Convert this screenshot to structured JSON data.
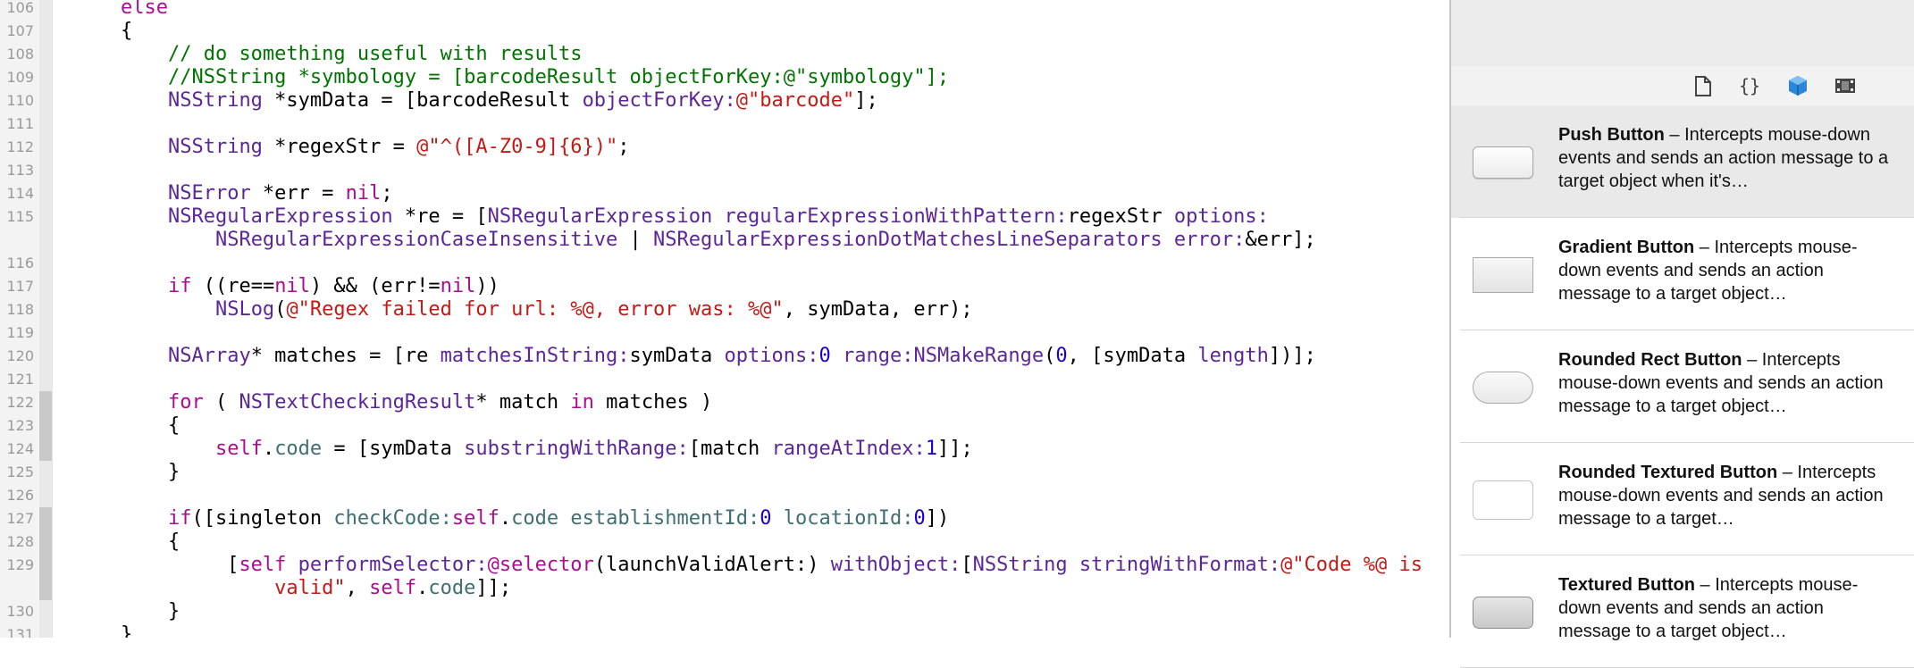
{
  "editor": {
    "lines": [
      {
        "n": "106",
        "parts": [
          {
            "t": "    "
          },
          {
            "t": "else",
            "c": "kw"
          }
        ]
      },
      {
        "n": "107",
        "parts": [
          {
            "t": "    {"
          }
        ]
      },
      {
        "n": "108",
        "parts": [
          {
            "t": "        "
          },
          {
            "t": "// do something useful with results",
            "c": "cm"
          }
        ]
      },
      {
        "n": "109",
        "parts": [
          {
            "t": "        "
          },
          {
            "t": "//NSString *symbology = [barcodeResult objectForKey:@\"symbology\"];",
            "c": "cm"
          }
        ]
      },
      {
        "n": "110",
        "parts": [
          {
            "t": "        "
          },
          {
            "t": "NSString",
            "c": "ty"
          },
          {
            "t": " *symData = [barcodeResult "
          },
          {
            "t": "objectForKey:",
            "c": "ty"
          },
          {
            "t": "@\"barcode\"",
            "c": "st"
          },
          {
            "t": "];"
          }
        ]
      },
      {
        "n": "111",
        "parts": []
      },
      {
        "n": "112",
        "parts": [
          {
            "t": "        "
          },
          {
            "t": "NSString",
            "c": "ty"
          },
          {
            "t": " *regexStr = "
          },
          {
            "t": "@\"^([A-Z0-9]{6})\"",
            "c": "st"
          },
          {
            "t": ";"
          }
        ]
      },
      {
        "n": "113",
        "parts": []
      },
      {
        "n": "114",
        "parts": [
          {
            "t": "        "
          },
          {
            "t": "NSError",
            "c": "ty"
          },
          {
            "t": " *err = "
          },
          {
            "t": "nil",
            "c": "kw"
          },
          {
            "t": ";"
          }
        ]
      },
      {
        "n": "115",
        "parts": [
          {
            "t": "        "
          },
          {
            "t": "NSRegularExpression",
            "c": "ty"
          },
          {
            "t": " *re = ["
          },
          {
            "t": "NSRegularExpression",
            "c": "ty"
          },
          {
            "t": " "
          },
          {
            "t": "regularExpressionWithPattern:",
            "c": "ty"
          },
          {
            "t": "regexStr "
          },
          {
            "t": "options:",
            "c": "ty"
          }
        ]
      },
      {
        "n": "",
        "parts": [
          {
            "t": "            "
          },
          {
            "t": "NSRegularExpressionCaseInsensitive",
            "c": "ty"
          },
          {
            "t": " | "
          },
          {
            "t": "NSRegularExpressionDotMatchesLineSeparators",
            "c": "ty"
          },
          {
            "t": " "
          },
          {
            "t": "error:",
            "c": "ty"
          },
          {
            "t": "&err];"
          }
        ]
      },
      {
        "n": "116",
        "parts": []
      },
      {
        "n": "117",
        "parts": [
          {
            "t": "        "
          },
          {
            "t": "if",
            "c": "kw"
          },
          {
            "t": " ((re=="
          },
          {
            "t": "nil",
            "c": "kw"
          },
          {
            "t": ") && (err!="
          },
          {
            "t": "nil",
            "c": "kw"
          },
          {
            "t": "))"
          }
        ]
      },
      {
        "n": "118",
        "parts": [
          {
            "t": "            "
          },
          {
            "t": "NSLog",
            "c": "ty"
          },
          {
            "t": "("
          },
          {
            "t": "@\"Regex failed for url: %@, error was: %@\"",
            "c": "st"
          },
          {
            "t": ", symData, err);"
          }
        ]
      },
      {
        "n": "119",
        "parts": []
      },
      {
        "n": "120",
        "parts": [
          {
            "t": "        "
          },
          {
            "t": "NSArray",
            "c": "ty"
          },
          {
            "t": "* matches = [re "
          },
          {
            "t": "matchesInString:",
            "c": "ty"
          },
          {
            "t": "symData "
          },
          {
            "t": "options:",
            "c": "ty"
          },
          {
            "t": "0",
            "c": "nu"
          },
          {
            "t": " "
          },
          {
            "t": "range:",
            "c": "ty"
          },
          {
            "t": "NSMakeRange",
            "c": "ty"
          },
          {
            "t": "("
          },
          {
            "t": "0",
            "c": "nu"
          },
          {
            "t": ", [symData "
          },
          {
            "t": "length",
            "c": "ty"
          },
          {
            "t": "])];"
          }
        ]
      },
      {
        "n": "121",
        "parts": []
      },
      {
        "n": "122",
        "parts": [
          {
            "t": "        "
          },
          {
            "t": "for",
            "c": "kw"
          },
          {
            "t": " ( "
          },
          {
            "t": "NSTextCheckingResult",
            "c": "ty"
          },
          {
            "t": "* match "
          },
          {
            "t": "in",
            "c": "kw"
          },
          {
            "t": " matches )"
          }
        ]
      },
      {
        "n": "123",
        "parts": [
          {
            "t": "        {"
          }
        ]
      },
      {
        "n": "124",
        "parts": [
          {
            "t": "            "
          },
          {
            "t": "self",
            "c": "kw"
          },
          {
            "t": "."
          },
          {
            "t": "code",
            "c": "pr"
          },
          {
            "t": " = [symData "
          },
          {
            "t": "substringWithRange:",
            "c": "ty"
          },
          {
            "t": "[match "
          },
          {
            "t": "rangeAtIndex:",
            "c": "ty"
          },
          {
            "t": "1",
            "c": "nu"
          },
          {
            "t": "]];"
          }
        ]
      },
      {
        "n": "125",
        "parts": [
          {
            "t": "        }"
          }
        ]
      },
      {
        "n": "126",
        "parts": []
      },
      {
        "n": "127",
        "parts": [
          {
            "t": "        "
          },
          {
            "t": "if",
            "c": "kw"
          },
          {
            "t": "([singleton "
          },
          {
            "t": "checkCode:",
            "c": "pr"
          },
          {
            "t": "self",
            "c": "kw"
          },
          {
            "t": "."
          },
          {
            "t": "code",
            "c": "pr"
          },
          {
            "t": " "
          },
          {
            "t": "establishmentId:",
            "c": "pr"
          },
          {
            "t": "0",
            "c": "nu"
          },
          {
            "t": " "
          },
          {
            "t": "locationId:",
            "c": "pr"
          },
          {
            "t": "0",
            "c": "nu"
          },
          {
            "t": "])"
          }
        ]
      },
      {
        "n": "128",
        "parts": [
          {
            "t": "        {"
          }
        ]
      },
      {
        "n": "129",
        "parts": [
          {
            "t": "             ["
          },
          {
            "t": "self",
            "c": "kw"
          },
          {
            "t": " "
          },
          {
            "t": "performSelector:",
            "c": "ty"
          },
          {
            "t": "@selector",
            "c": "kw"
          },
          {
            "t": "(launchValidAlert:) "
          },
          {
            "t": "withObject:",
            "c": "ty"
          },
          {
            "t": "["
          },
          {
            "t": "NSString",
            "c": "ty"
          },
          {
            "t": " "
          },
          {
            "t": "stringWithFormat:",
            "c": "ty"
          },
          {
            "t": "@\"Code %@ is",
            "c": "st"
          }
        ]
      },
      {
        "n": "",
        "parts": [
          {
            "t": "                 "
          },
          {
            "t": "valid\"",
            "c": "st"
          },
          {
            "t": ", "
          },
          {
            "t": "self",
            "c": "kw"
          },
          {
            "t": "."
          },
          {
            "t": "code",
            "c": "pr"
          },
          {
            "t": "]];"
          }
        ]
      },
      {
        "n": "130",
        "parts": [
          {
            "t": "        }"
          }
        ]
      },
      {
        "n": "131",
        "parts": [
          {
            "t": "    }"
          }
        ]
      }
    ]
  },
  "library": {
    "tabs": [
      {
        "icon": "file-template-icon"
      },
      {
        "icon": "code-snippet-icon"
      },
      {
        "icon": "object-library-icon",
        "active": true
      },
      {
        "icon": "media-library-icon"
      }
    ],
    "items": [
      {
        "name": "Push Button",
        "desc": " – Intercepts mouse-down events and sends an action message to a target object when it's…",
        "style": "push",
        "selected": true
      },
      {
        "name": "Gradient Button",
        "desc": " – Intercepts mouse-down events and sends an action message to a target object…",
        "style": "gradient"
      },
      {
        "name": "Rounded Rect Button",
        "desc": " – Intercepts mouse-down events and sends an action message to a target object…",
        "style": "rounded"
      },
      {
        "name": "Rounded Textured Button",
        "desc": " – Intercepts mouse-down events and sends an action message to a target…",
        "style": "roundtex"
      },
      {
        "name": "Textured Button",
        "desc": " – Intercepts mouse-down events and sends an action message to a target object…",
        "style": "textured"
      }
    ]
  }
}
